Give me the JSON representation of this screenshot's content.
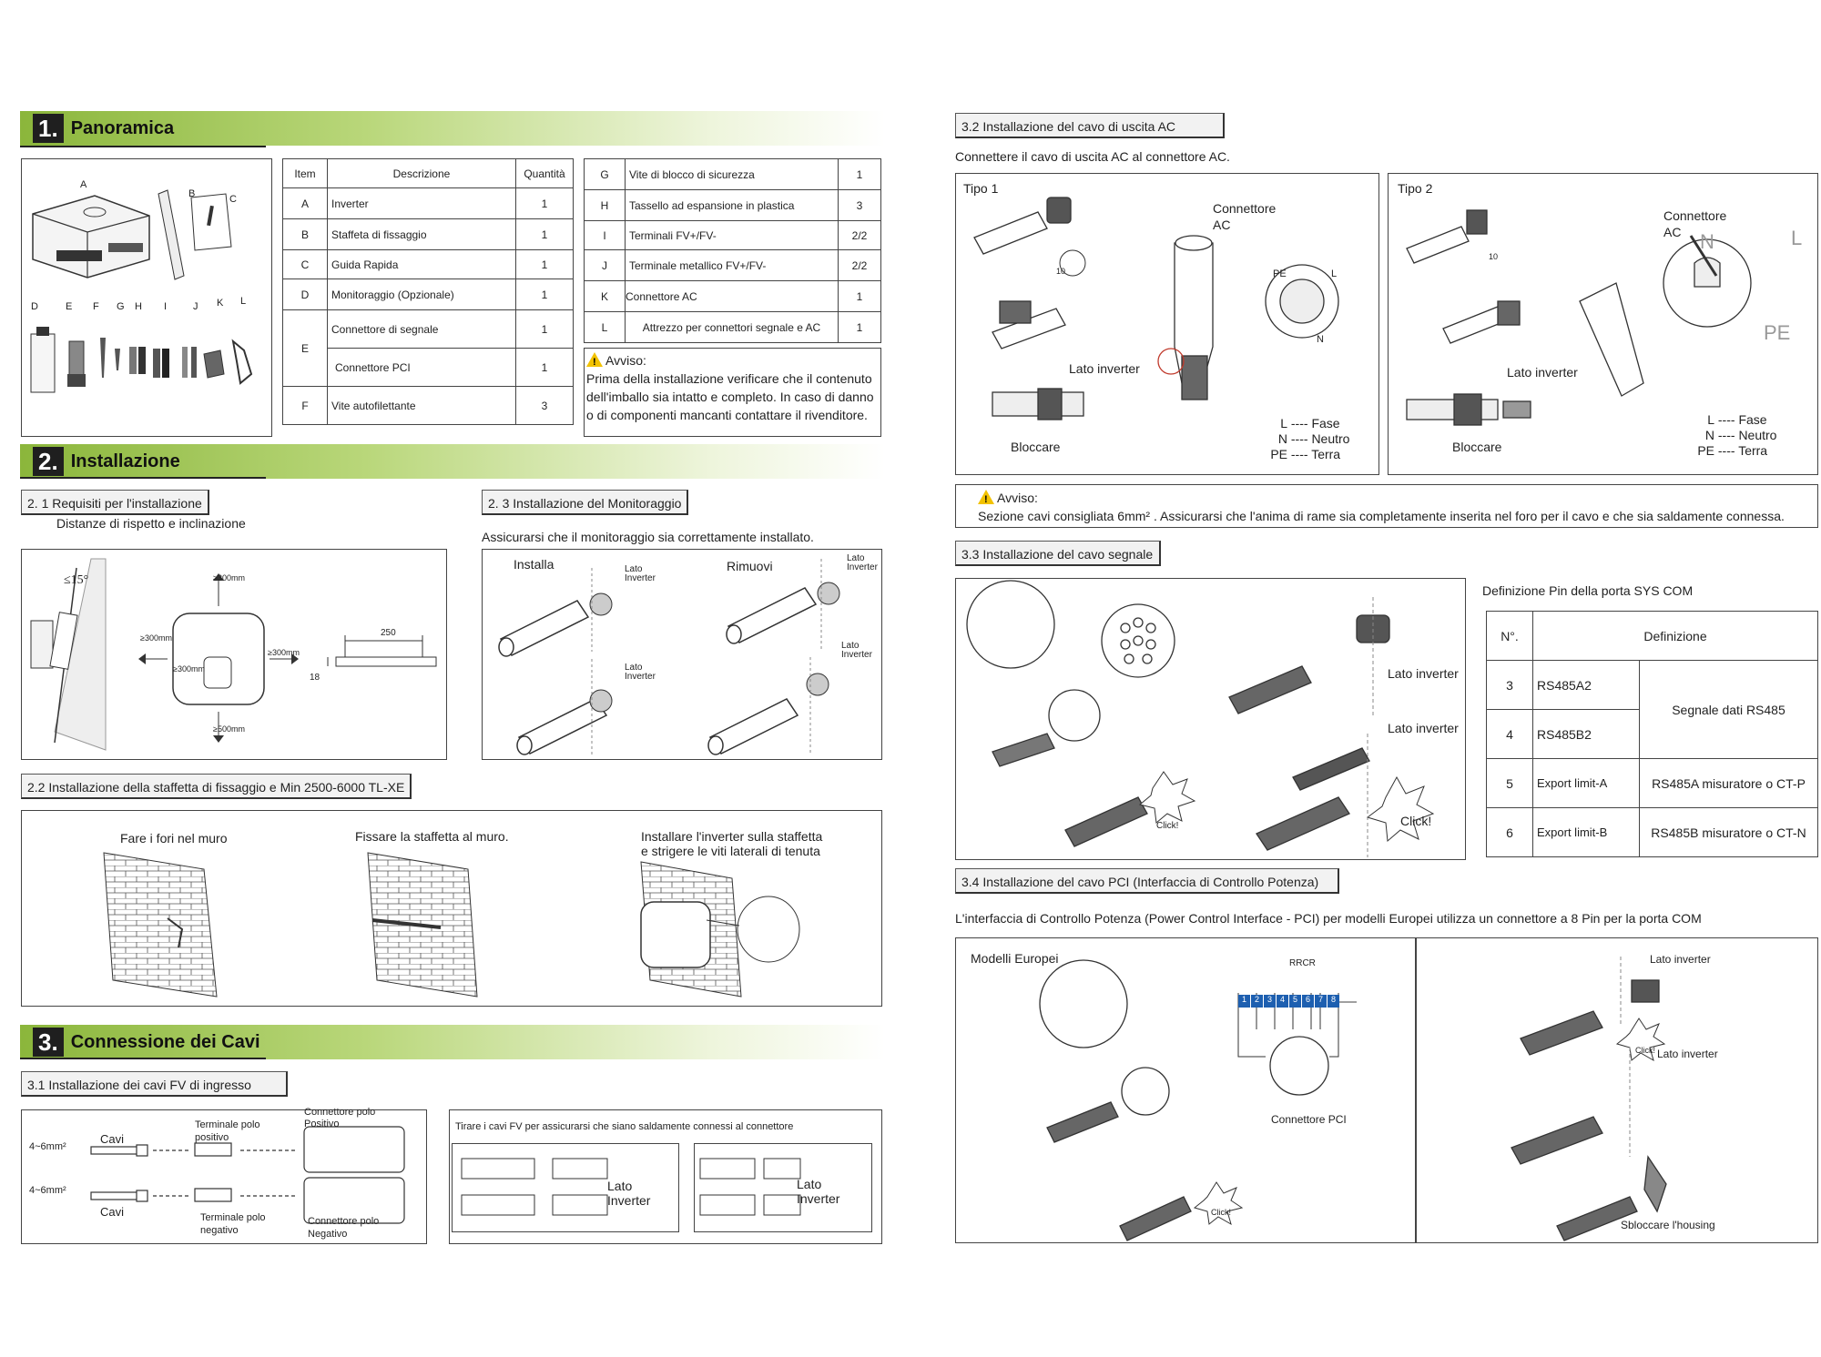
{
  "s1": {
    "num": "1.",
    "title": "Panoramica"
  },
  "s1_letters": [
    "A",
    "B",
    "C",
    "D",
    "E",
    "F",
    "G",
    "H",
    "I",
    "J",
    "K",
    "L"
  ],
  "items_table": {
    "headers": {
      "item": "Item",
      "descr": "Descrizione",
      "qty": "Quantità"
    },
    "left": [
      {
        "item": "A",
        "descr": "Inverter",
        "qty": "1"
      },
      {
        "item": "B",
        "descr": "Staffeta di fissaggio",
        "qty": "1"
      },
      {
        "item": "C",
        "descr": "Guida Rapida",
        "qty": "1"
      },
      {
        "item": "D",
        "descr": "Monitoraggio (Opzionale)",
        "qty": "1"
      },
      {
        "item": "E",
        "descr": "Connettore di segnale",
        "qty": "1"
      },
      {
        "item": "",
        "descr": "Connettore PCI",
        "qty": "1"
      },
      {
        "item": "F",
        "descr": "Vite autofilettante",
        "qty": "3"
      }
    ],
    "right": [
      {
        "item": "G",
        "descr": "Vite di blocco di sicurezza",
        "qty": "1"
      },
      {
        "item": "H",
        "descr": "Tassello ad espansione in plastica",
        "qty": "3"
      },
      {
        "item": "I",
        "descr": "Terminali FV+/FV-",
        "qty": "2/2"
      },
      {
        "item": "J",
        "descr": "Terminale metallico FV+/FV-",
        "qty": "2/2"
      },
      {
        "item": "K",
        "descr": "Connettore  AC",
        "qty": "1"
      },
      {
        "item": "L",
        "descr": "Attrezzo per connettori segnale e AC",
        "qty": "1"
      }
    ]
  },
  "warn1": {
    "title": "Avviso:",
    "text1": "Prima della installazione verificare che il contenuto",
    "text2": "dell'imballo sia intatto e completo. In caso di danno",
    "text3": "o di componenti mancanti contattare il rivenditore."
  },
  "s2": {
    "num": "2.",
    "title": "Installazione"
  },
  "s2_1": {
    "title": "2. 1 Requisiti per l'installazione",
    "sub": "Distanze di rispetto e inclinazione",
    "angle": "≤15°",
    "d_top": "≥300mm",
    "d_left": "≥300mm",
    "d_right": "≥300mm",
    "d_bottom": "≥500mm",
    "d_front": "≥300mm",
    "dim_250": "250",
    "dim_18": "18"
  },
  "s2_3": {
    "title": "2. 3  Installazione del  Monitoraggio",
    "sub": "Assicurarsi che il monitoraggio sia correttamente installato.",
    "install": "Installa",
    "remove": "Rimuovi",
    "lato1": "Lato",
    "inv1": "Inverter"
  },
  "s2_2": {
    "title": "2.2 Installazione della staffetta di fissaggio e Min 2500-6000 TL-XE",
    "step1": "Fare i fori nel muro",
    "step2": "Fissare la staffetta al muro.",
    "step3a": "Installare l'inverter sulla staffetta",
    "step3b": "e strigere le viti laterali di tenuta"
  },
  "s3": {
    "num": "3.",
    "title": "Connessione dei Cavi"
  },
  "s3_1": {
    "title": "3.1  Installazione dei cavi FV di ingresso",
    "size1": "4~6mm²",
    "size2": "4~6mm²",
    "cavi1": "Cavi",
    "cavi2": "Cavi",
    "term_pos": "Terminale polo",
    "term_pos2": "positivo",
    "conn_pos": "Connettore polo",
    "conn_pos2": "Positivo",
    "term_neg": "Terminale polo",
    "term_neg2": "negativo",
    "conn_neg": "Connettore polo",
    "conn_neg2": "Negativo",
    "pull": "Tirare i cavi FV  per assicurarsi che siano saldamente connessi al connettore",
    "lato": "Lato",
    "inverter": "Inverter"
  },
  "s3_2": {
    "title": "3.2 Installazione del cavo di uscita AC",
    "sub": "Connettere il cavo di uscita AC al connettore AC.",
    "tipo1": "Tipo 1",
    "tipo2": "Tipo 2",
    "conn": "Connettore",
    "ac": "AC",
    "lato_inv": "Lato inverter",
    "bloccare": "Bloccare",
    "pe": "PE",
    "l": "L",
    "n": "N",
    "legend": [
      {
        "k": "L",
        "v": "Fase"
      },
      {
        "k": "N",
        "v": "Neutro"
      },
      {
        "k": "PE",
        "v": "Terra"
      }
    ],
    "dim10": "10"
  },
  "warn2": {
    "title": "Avviso:",
    "text": "Sezione cavi consigliata  6mm² . Assicurarsi che l'anima di rame sia completamente inserita nel foro per il cavo e che sia saldamente connessa."
  },
  "s3_3": {
    "title": "3.3 Installazione del cavo segnale",
    "lato_inv": "Lato inverter",
    "click": "Click!",
    "pin_title": "Definizione Pin della porta SYS COM",
    "pin_headers": {
      "no": "N°.",
      "def": "Definizione"
    },
    "pins": [
      {
        "no": "3",
        "name": "RS485A2",
        "def": "Segnale dati RS485"
      },
      {
        "no": "4",
        "name": "RS485B2",
        "def": ""
      },
      {
        "no": "5",
        "name": "Export limit-A",
        "def": "RS485A misuratore o CT-P"
      },
      {
        "no": "6",
        "name": "Export limit-B",
        "def": "RS485B misuratore o CT-N"
      }
    ]
  },
  "s3_4": {
    "title": "3.4  Installazione del cavo PCI (Interfaccia di Controllo Potenza)",
    "sub": "L'interfaccia di Controllo Potenza (Power Control Interface - PCI) per modelli Europei utilizza un connettore a 8 Pin per la porta COM",
    "modelli": "Modelli Europei",
    "rrcr": "RRCR",
    "conn_pci": "Connettore PCI",
    "lato_inv": "Lato inverter",
    "sbloccare": "Sbloccare l'housing",
    "pins8": [
      "1",
      "2",
      "3",
      "4",
      "5",
      "6",
      "7",
      "8"
    ]
  }
}
